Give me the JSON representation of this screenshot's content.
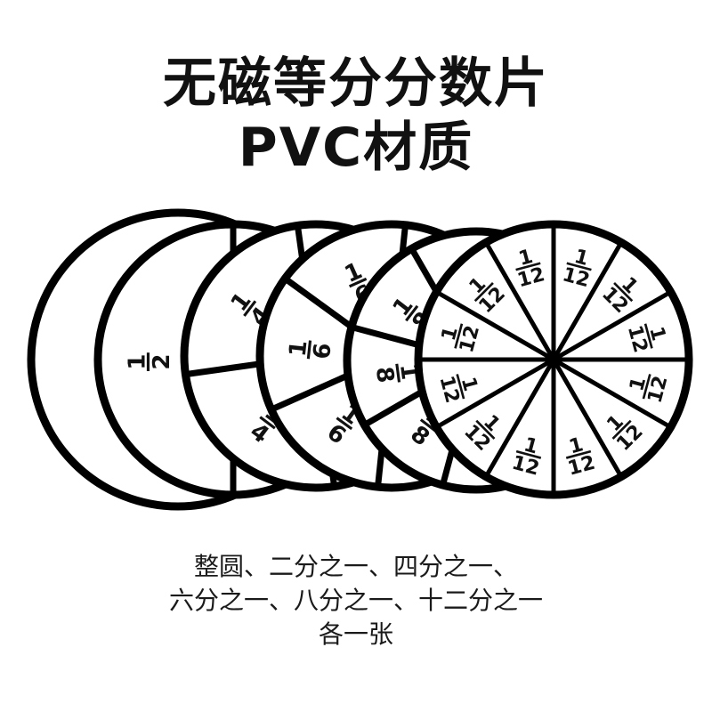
{
  "title": {
    "line1": "无磁等分分数片",
    "line2": "PVC材质"
  },
  "caption": {
    "line1": "整圆、二分之一、四分之一、",
    "line2": "六分之一、八分之一、十二分之一",
    "line3": "各一张"
  },
  "disks": [
    {
      "name": "whole-circle-disk",
      "divisions": 1,
      "label": ""
    },
    {
      "name": "halves-disk",
      "divisions": 2,
      "label": "2"
    },
    {
      "name": "quarters-disk",
      "divisions": 4,
      "label": "4"
    },
    {
      "name": "sixths-disk",
      "divisions": 6,
      "label": "6"
    },
    {
      "name": "eighths-disk",
      "divisions": 8,
      "label": "8"
    },
    {
      "name": "twelfths-disk",
      "divisions": 12,
      "label": "12"
    }
  ],
  "fraction_numerator": "1",
  "colors": {
    "outline": "#000000",
    "fill": "#ffffff",
    "text": "#111111"
  }
}
